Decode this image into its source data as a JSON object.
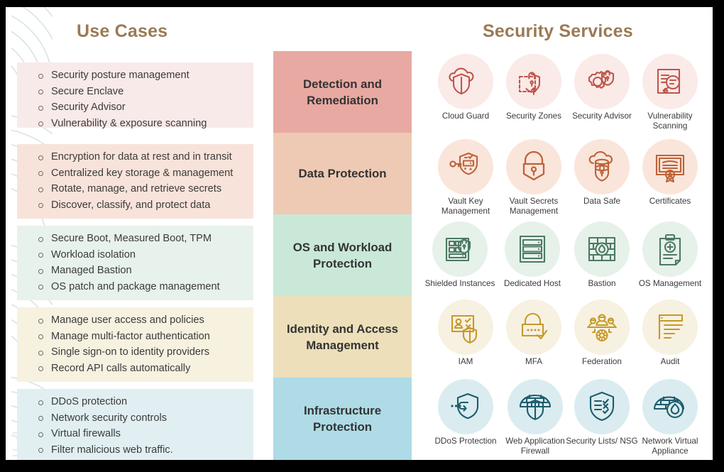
{
  "slide": {
    "background": "#ffffff",
    "canvas_background": "#000000"
  },
  "headings": {
    "use_cases": "Use Cases",
    "security_services": "Security Services",
    "color": "#9a7a55"
  },
  "use_case_groups": [
    {
      "id": "detection-and-remediation",
      "background": "#f8eae8",
      "items": [
        "Security posture management",
        "Secure Enclave",
        "Security Advisor",
        "Vulnerability & exposure scanning"
      ]
    },
    {
      "id": "data-protection",
      "background": "#f8e3da",
      "items": [
        "Encryption for data at rest and in transit",
        "Centralized key storage & management",
        "Rotate, manage, and retrieve secrets",
        "Discover, classify, and protect data"
      ]
    },
    {
      "id": "os-and-workload-protection",
      "background": "#e8f2ec",
      "items": [
        "Secure Boot, Measured Boot, TPM",
        "Workload isolation",
        "Managed Bastion",
        "OS patch and package management"
      ]
    },
    {
      "id": "identity-and-access-management",
      "background": "#f7f1e0",
      "items": [
        "Manage user access and policies",
        "Manage multi-factor authentication",
        "Single sign-on to identity providers",
        "Record API calls automatically"
      ]
    },
    {
      "id": "infrastructure-protection",
      "background": "#e1eff2",
      "items": [
        "DDoS protection",
        "Network security controls",
        "Virtual firewalls",
        "Filter malicious web traffic."
      ]
    }
  ],
  "categories": [
    {
      "id": "detection-and-remediation",
      "label": "Detection and Remediation",
      "background": "#e8a9a2"
    },
    {
      "id": "data-protection",
      "label": "Data Protection",
      "background": "#eecab4"
    },
    {
      "id": "os-and-workload-protection",
      "label": "OS and Workload Protection",
      "background": "#c9e8d8"
    },
    {
      "id": "identity-and-access-management",
      "label": "Identity and Access Management",
      "background": "#ecdfba"
    },
    {
      "id": "infrastructure-protection",
      "label": "Infrastructure Protection",
      "background": "#aedbe6"
    }
  ],
  "service_rows": [
    {
      "category": "detection-and-remediation",
      "circle_color": "#faeae8",
      "stroke_color": "#c0564a",
      "services": [
        {
          "label": "Cloud Guard",
          "icon": "cloud-shield-icon"
        },
        {
          "label": "Security Zones",
          "icon": "dashed-box-lock-shield-icon"
        },
        {
          "label": "Security Advisor",
          "icon": "gear-lock-shield-icon"
        },
        {
          "label": "Vulnerability Scanning",
          "icon": "document-magnifier-icon"
        }
      ]
    },
    {
      "category": "data-protection",
      "circle_color": "#fae5db",
      "stroke_color": "#bd6338",
      "services": [
        {
          "label": "Vault Key Management",
          "icon": "key-shield-icon"
        },
        {
          "label": "Vault Secrets Management",
          "icon": "padlock-keyhole-icon"
        },
        {
          "label": "Data Safe",
          "icon": "cloud-database-shield-icon"
        },
        {
          "label": "Certificates",
          "icon": "certificate-seal-icon"
        }
      ]
    },
    {
      "category": "os-and-workload-protection",
      "circle_color": "#e6f1ea",
      "stroke_color": "#4c7a62",
      "services": [
        {
          "label": "Shielded Instances",
          "icon": "server-grid-lock-icon"
        },
        {
          "label": "Dedicated Host",
          "icon": "server-rack-icon"
        },
        {
          "label": "Bastion",
          "icon": "brick-wall-flame-icon"
        },
        {
          "label": "OS Management",
          "icon": "clipboard-plus-icon"
        }
      ]
    },
    {
      "category": "identity-and-access-management",
      "circle_color": "#f7f1e2",
      "stroke_color": "#c69a28",
      "services": [
        {
          "label": "IAM",
          "icon": "user-card-shield-icon"
        },
        {
          "label": "MFA",
          "icon": "padlock-dots-check-icon"
        },
        {
          "label": "Federation",
          "icon": "people-gear-icon"
        },
        {
          "label": "Audit",
          "icon": "document-lines-icon"
        }
      ]
    },
    {
      "category": "infrastructure-protection",
      "circle_color": "#daecf0",
      "stroke_color": "#1d5c6b",
      "services": [
        {
          "label": "DDoS Protection",
          "icon": "shield-deflect-arrow-icon"
        },
        {
          "label": "Web Application Firewall",
          "icon": "brick-wall-shield-icon"
        },
        {
          "label": "Security Lists/ NSG",
          "icon": "shield-checklist-icon"
        },
        {
          "label": "Network Virtual Appliance",
          "icon": "brick-wall-flame-circle-icon"
        }
      ]
    }
  ]
}
